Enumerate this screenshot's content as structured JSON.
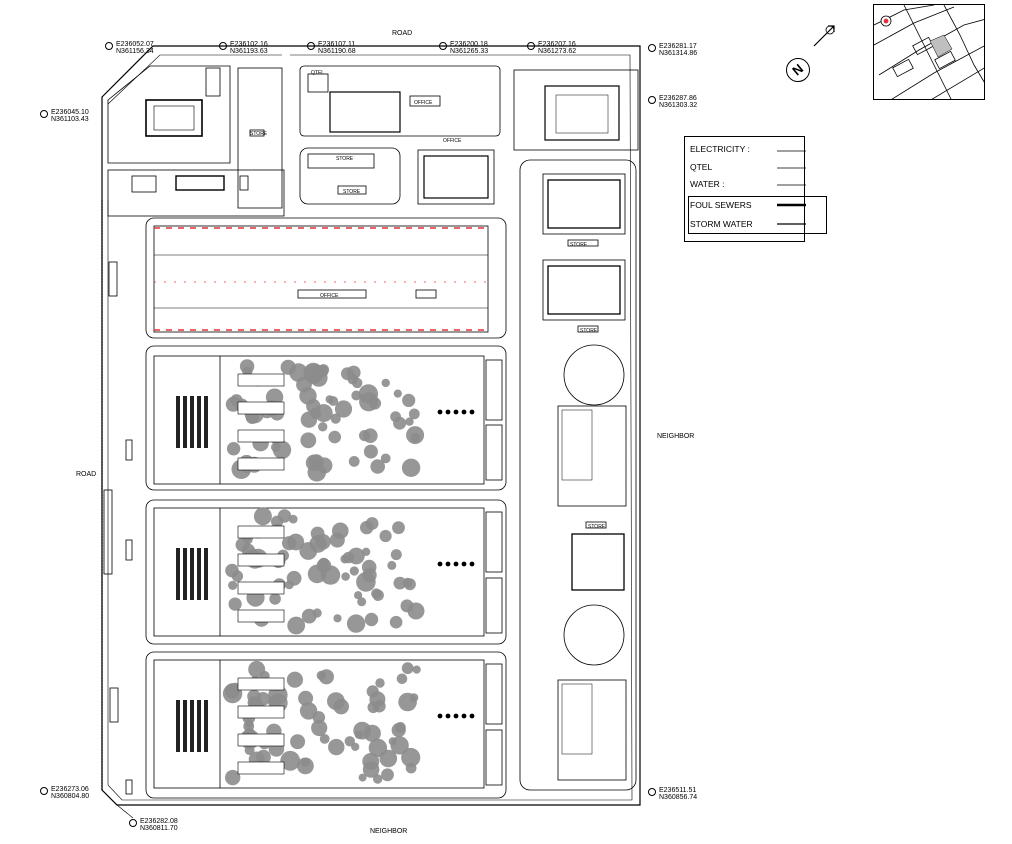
{
  "roads": {
    "top": "ROAD",
    "left": "ROAD"
  },
  "neighbors": {
    "right": "NEIGHBOR",
    "bottom": "NEIGHBOR"
  },
  "coordinates": [
    {
      "e": "E236052.07",
      "n": "N361156.34"
    },
    {
      "e": "E236102.16",
      "n": "N361193.63"
    },
    {
      "e": "E236107.11",
      "n": "N361190.68"
    },
    {
      "e": "E236200.18",
      "n": "N361265.33"
    },
    {
      "e": "E236207.16",
      "n": "N361273.62"
    },
    {
      "e": "E236281.17",
      "n": "N361314.86"
    },
    {
      "e": "E236287.86",
      "n": "N361303.32"
    },
    {
      "e": "E236045.10",
      "n": "N361103.43"
    },
    {
      "e": "E236273.06",
      "n": "N360804.80"
    },
    {
      "e": "E236282.08",
      "n": "N360811.70"
    },
    {
      "e": "E236511.51",
      "n": "N360856.74"
    }
  ],
  "legend": {
    "items": [
      "ELECTRICITY :",
      "QTEL",
      "WATER :",
      "FOUL SEWERS",
      "STORM WATER"
    ]
  },
  "north_label": "N",
  "building_tags": [
    "QTEL",
    "OFFICE",
    "STORE",
    "STORE",
    "OFFICE",
    "OFFICE",
    "STORE",
    "STORE",
    "STORE",
    "STORE"
  ],
  "colors": {
    "line": "#000000",
    "hatch": "#8c8c8c",
    "accent": "#e8303a"
  }
}
